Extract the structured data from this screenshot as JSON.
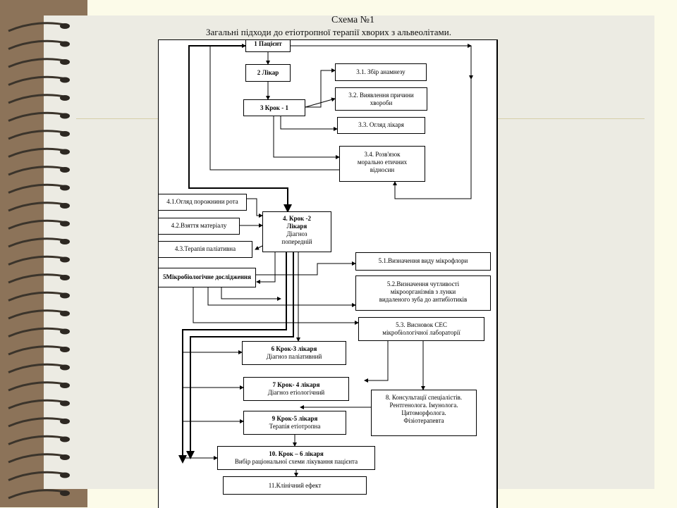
{
  "title": "Схема №1",
  "subtitle": "Загальні підходи до етіотропної терапії хворих з альвеолітами.",
  "nodes": {
    "n1": [
      "1 Пацієнт"
    ],
    "n2": [
      "2 Лікар"
    ],
    "n3": [
      "3 Крок - 1"
    ],
    "n31": [
      "3.1. Збір анамнезу"
    ],
    "n32": [
      "3.2. Виявлення причини",
      "хвороби"
    ],
    "n33": [
      "3.3. Огляд лікаря"
    ],
    "n34": [
      "3.4. Розв'язок",
      "морально етичних",
      "відносин"
    ],
    "n41": [
      "4.1.Огляд порожнини рота"
    ],
    "n42": [
      "4.2.Взяття матеріалу"
    ],
    "n43": [
      "4.3.Терапія паліативна"
    ],
    "n4": [
      "4. Крок -2",
      "Лікаря",
      "Діагноз",
      "попередній"
    ],
    "n5": [
      "5Мікробіологічне дослідження"
    ],
    "n51": [
      "5.1.Визначення виду мікрофлори"
    ],
    "n52": [
      "5.2.Визначення чутливості",
      "мікроорганізмів з лунки",
      "видаленого зуба до антибіотиків"
    ],
    "n53": [
      "5.3. Висновок СЕС",
      "мікробіологічної лабораторії"
    ],
    "n6": [
      "6 Крок-3 лікаря",
      "Діагноз паліативний"
    ],
    "n7": [
      "7 Крок- 4 лікаря",
      "Діагноз етіологічний"
    ],
    "n8": [
      "8. Консультації спеціалістів.",
      "Рентгенолога. Імунолога.",
      "Цитоморфолога.",
      "Фізіотерапевта"
    ],
    "n9": [
      "9 Крок-5 лікаря",
      "Терапія етіотропна"
    ],
    "n10": [
      "10. Крок – 6 лікаря",
      "Вибір раціональної схеми лікування пацієнта"
    ],
    "n11": [
      "11.Клінічний ефект"
    ]
  }
}
